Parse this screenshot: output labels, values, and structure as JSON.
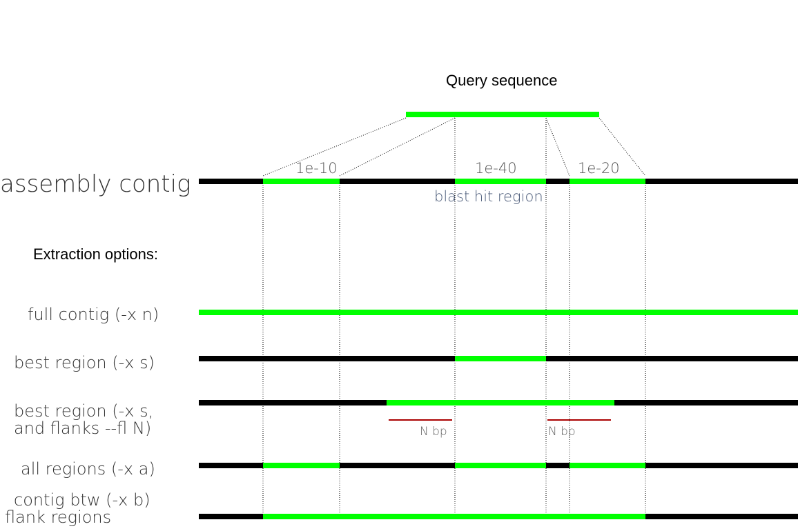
{
  "colors": {
    "hit": "#00ff00",
    "contig": "#000000",
    "flank": "#aa0000",
    "guide": "#000000"
  },
  "title": "Query sequence",
  "contig_label": "assembly contig",
  "hits": [
    {
      "evalue": "1e-10"
    },
    {
      "evalue": "1e-40"
    },
    {
      "evalue": "1e-20"
    }
  ],
  "blast_hit_region_label": "blast hit region",
  "extraction_title": "Extraction options:",
  "options": [
    {
      "label": "full contig (-x n)"
    },
    {
      "label": "best region (-x s)"
    },
    {
      "label_line1": "best region (-x s,",
      "label_line2": "and flanks   --fl N)"
    },
    {
      "label": "all regions (-x a)"
    },
    {
      "label_line1": "contig btw  (-x b)",
      "label_line2": "flank regions"
    }
  ],
  "flank_labels": [
    "N bp",
    "N bp"
  ]
}
